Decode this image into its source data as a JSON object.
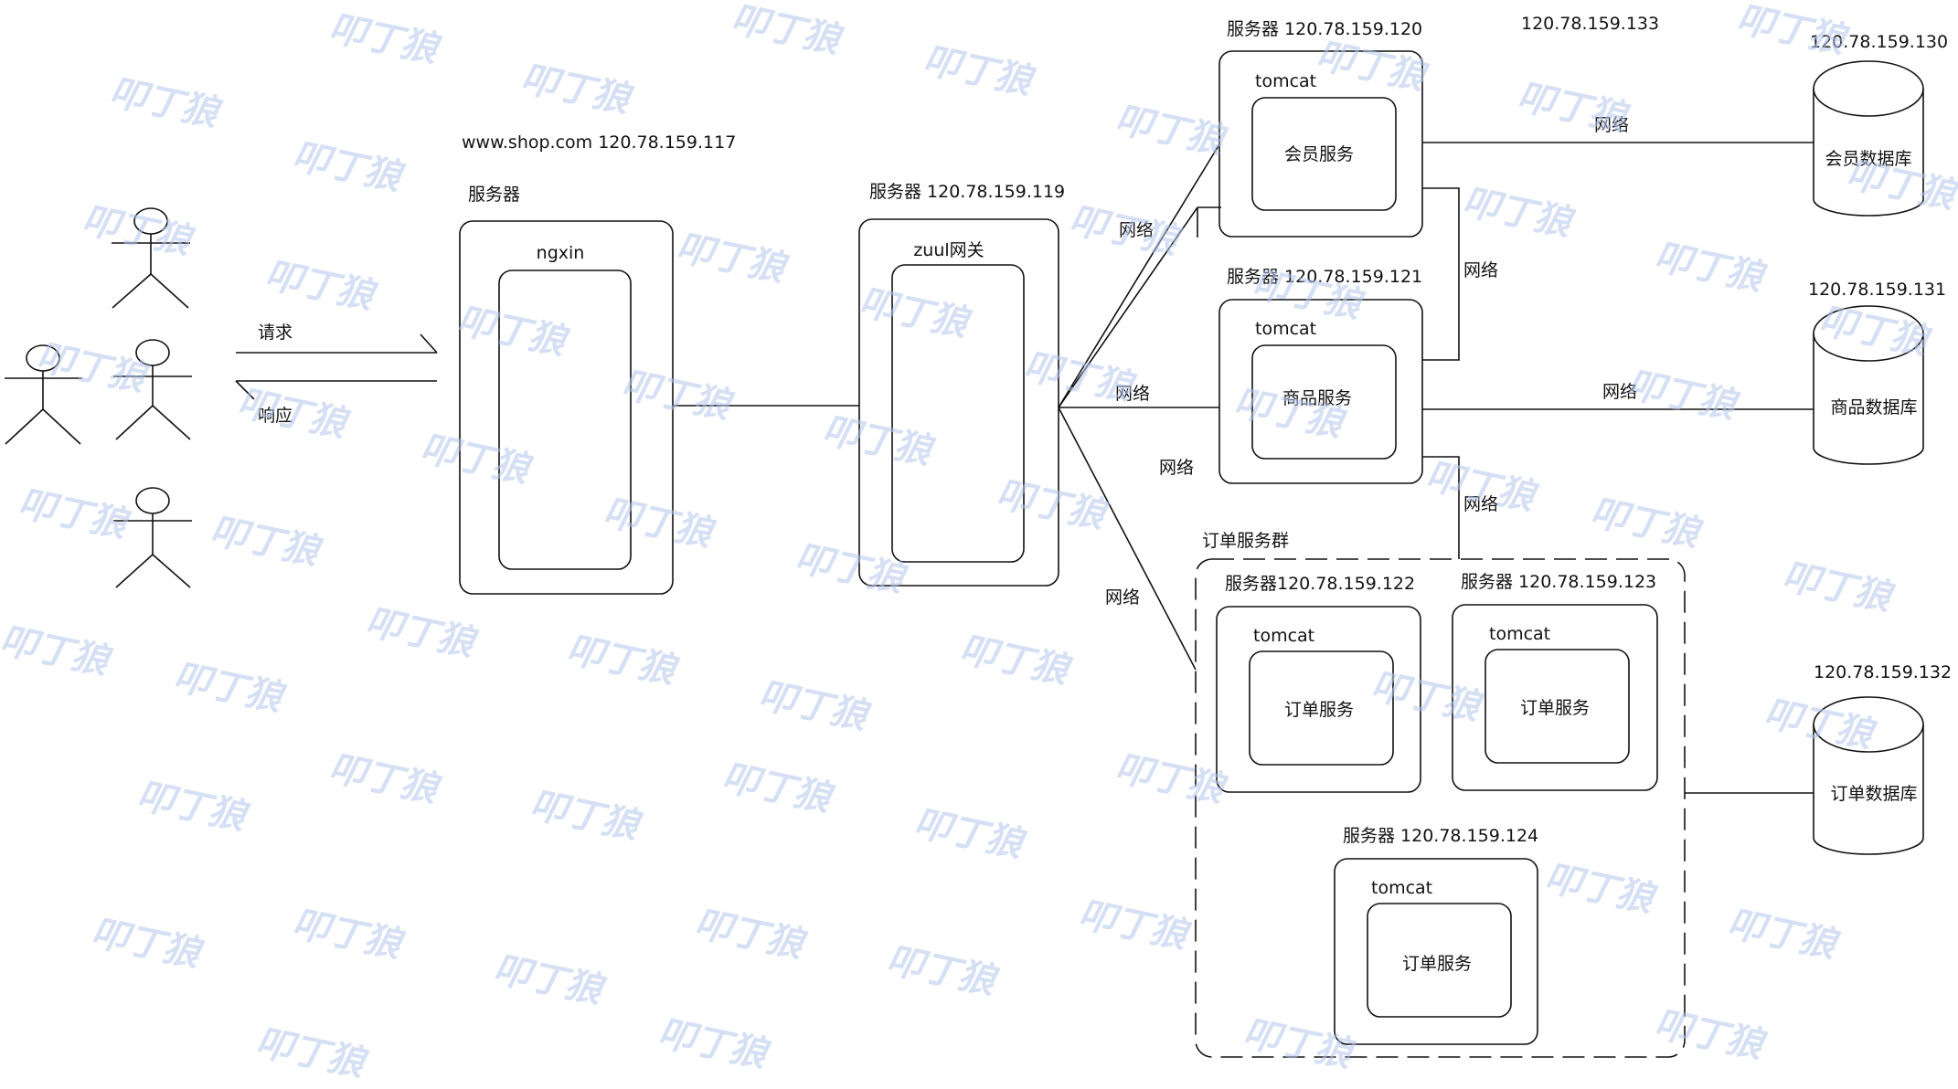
{
  "client": {
    "request_label": "请求",
    "response_label": "响应"
  },
  "nginx_server": {
    "domain_ip": "www.shop.com  120.78.159.117",
    "server_label": "服务器",
    "inner_label": "ngxin"
  },
  "gateway_server": {
    "server_label": "服务器  120.78.159.119",
    "inner_label": "zuul网关"
  },
  "network_label": "网络",
  "member_server": {
    "server_label": "服务器 120.78.159.120",
    "tomcat_label": "tomcat",
    "service_label": "会员服务"
  },
  "goods_server": {
    "server_label": "服务器 120.78.159.121",
    "tomcat_label": "tomcat",
    "service_label": "商品服务"
  },
  "order_cluster": {
    "cluster_label": "订单服务群",
    "servers": [
      {
        "server_label": "服务器120.78.159.122",
        "tomcat_label": "tomcat",
        "service_label": "订单服务"
      },
      {
        "server_label": "服务器  120.78.159.123",
        "tomcat_label": "tomcat",
        "service_label": "订单服务"
      },
      {
        "server_label": "服务器 120.78.159.124",
        "tomcat_label": "tomcat",
        "service_label": "订单服务"
      }
    ]
  },
  "extra_ip": "120.78.159.133",
  "databases": [
    {
      "ip": "120.78.159.130",
      "name": "会员数据库"
    },
    {
      "ip": "120.78.159.131",
      "name": "商品数据库"
    },
    {
      "ip": "120.78.159.132",
      "name": "订单数据库"
    }
  ],
  "watermark_text": "叩丁狼"
}
